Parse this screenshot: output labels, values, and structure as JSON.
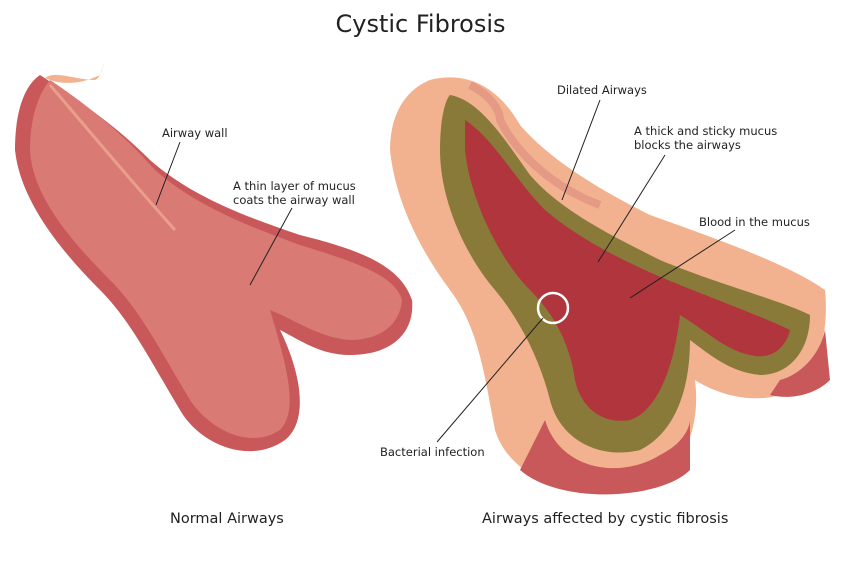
{
  "title": "Cystic Fibrosis",
  "normal": {
    "caption": "Normal Airways",
    "labels": {
      "airway_wall": "Airway wall",
      "mucus_line1": "A thin layer of mucus",
      "mucus_line2": "coats the airway wall"
    }
  },
  "affected": {
    "caption": "Airways affected by cystic fibrosis",
    "labels": {
      "dilated": "Dilated Airways",
      "thick_line1": "A thick and sticky mucus",
      "thick_line2": "blocks the airways",
      "blood": "Blood in the mucus",
      "bacterial": "Bacterial infection"
    }
  },
  "colors": {
    "tissue": "#c9585a",
    "tissue_light": "#e59a86",
    "wall_outer": "#f2b28f",
    "mucus": "#8a7a3a",
    "lumen": "#b0353d"
  }
}
